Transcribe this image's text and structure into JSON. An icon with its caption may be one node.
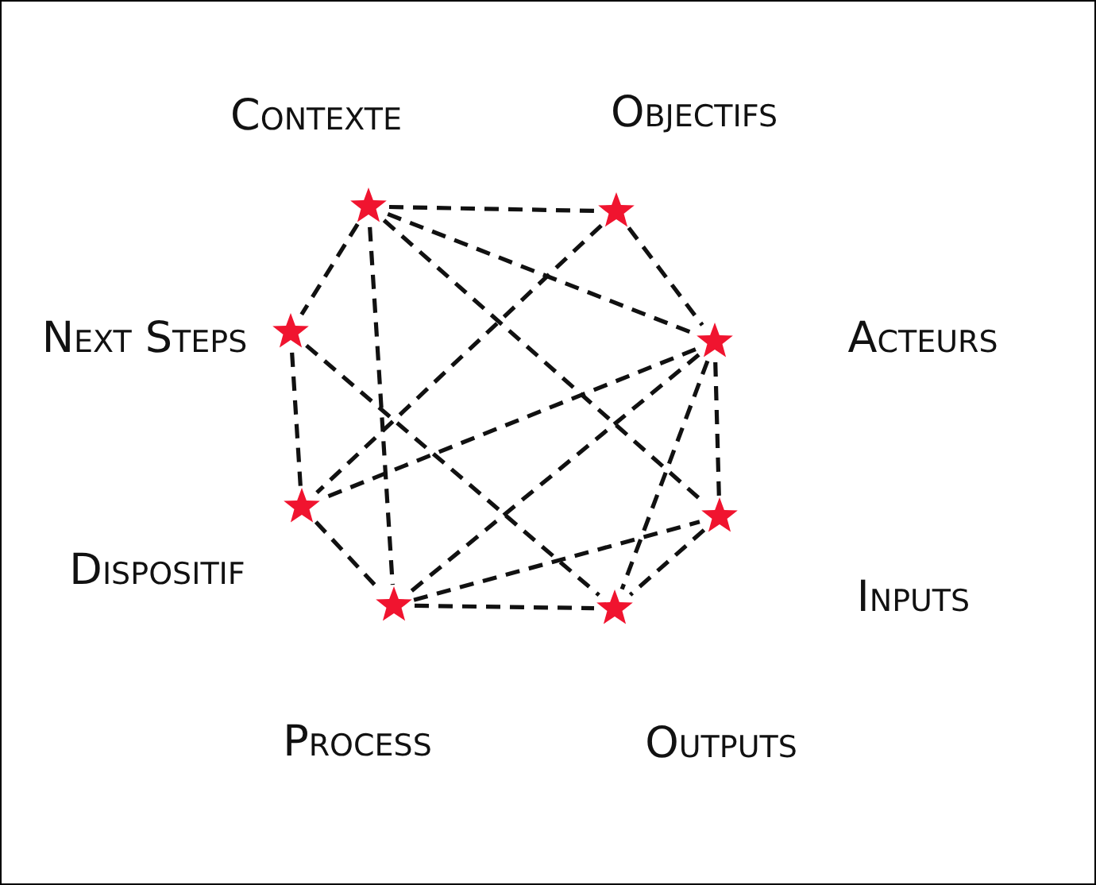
{
  "diagram": {
    "nodes": [
      {
        "text": [],
        "shape": "star",
        "beside": [
          "Contexte"
        ]
      },
      {
        "text": [],
        "shape": "star",
        "beside": [
          "Objectifs"
        ]
      },
      {
        "text": [],
        "shape": "star",
        "beside": [
          "Acteurs"
        ]
      },
      {
        "text": [],
        "shape": "star",
        "beside": [
          "Inputs"
        ]
      },
      {
        "text": [],
        "shape": "star",
        "beside": [
          "Outputs"
        ]
      },
      {
        "text": [],
        "shape": "star",
        "beside": [
          "Process"
        ]
      },
      {
        "text": [],
        "shape": "star",
        "beside": [
          "Dispositif"
        ]
      },
      {
        "text": [],
        "shape": "star",
        "beside": [
          "Next Steps"
        ]
      }
    ],
    "edges": [
      {
        "from": 0,
        "to": 1,
        "arrow": "none",
        "style": "dashed"
      },
      {
        "from": 0,
        "to": 7,
        "arrow": "none",
        "style": "dashed"
      },
      {
        "from": 0,
        "to": 5,
        "arrow": "none",
        "style": "dashed"
      },
      {
        "from": 0,
        "to": 2,
        "arrow": "none",
        "style": "dashed"
      },
      {
        "from": 0,
        "to": 3,
        "arrow": "none",
        "style": "dashed"
      },
      {
        "from": 1,
        "to": 2,
        "arrow": "none",
        "style": "dashed"
      },
      {
        "from": 1,
        "to": 6,
        "arrow": "none",
        "style": "dashed"
      },
      {
        "from": 2,
        "to": 6,
        "arrow": "none",
        "style": "dashed"
      },
      {
        "from": 2,
        "to": 5,
        "arrow": "none",
        "style": "dashed"
      },
      {
        "from": 2,
        "to": 4,
        "arrow": "none",
        "style": "dashed"
      },
      {
        "from": 2,
        "to": 3,
        "arrow": "none",
        "style": "dashed"
      },
      {
        "from": 7,
        "to": 6,
        "arrow": "none",
        "style": "dashed"
      },
      {
        "from": 7,
        "to": 4,
        "arrow": "none",
        "style": "dashed"
      },
      {
        "from": 6,
        "to": 5,
        "arrow": "none",
        "style": "dashed"
      },
      {
        "from": 5,
        "to": 4,
        "arrow": "none",
        "style": "dashed"
      },
      {
        "from": 5,
        "to": 3,
        "arrow": "none",
        "style": "dashed"
      },
      {
        "from": 3,
        "to": 4,
        "arrow": "none",
        "style": "dashed"
      }
    ]
  }
}
